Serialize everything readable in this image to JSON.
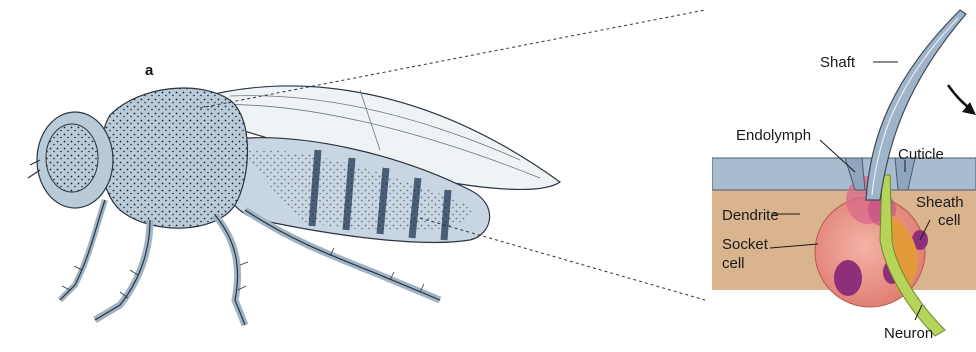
{
  "figure": {
    "panel_letter": "a",
    "labels": {
      "shaft": "Shaft",
      "endolymph": "Endolymph",
      "cuticle": "Cuticle",
      "dendrite": "Dendrite",
      "sheath_line1": "Sheath",
      "sheath_line2": "cell",
      "socket_line1": "Socket",
      "socket_line2": "cell",
      "neuron": "Neuron"
    },
    "colors": {
      "body_fill": "#b9cbd8",
      "body_stroke": "#2c3440",
      "wing_fill": "#eef3f6",
      "cuticle_blue": "#a8bcd0",
      "tissue_tan": "#d9b48e",
      "socket_pink": "#e58a7e",
      "nucleus_purple": "#8e2f7a",
      "neuron_green": "#b6d35a",
      "sheath_orange": "#e39a3a"
    }
  }
}
